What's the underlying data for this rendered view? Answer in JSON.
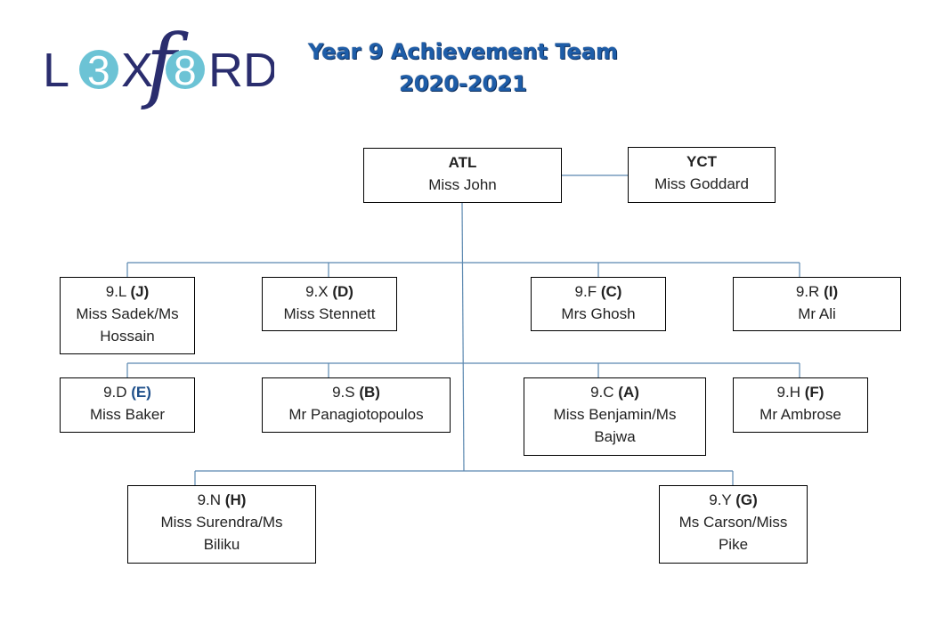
{
  "logo": {
    "text_left": "L",
    "glyph_3": "3",
    "text_mid": "X",
    "glyph_f": "f",
    "glyph_8": "8",
    "text_right": "RD"
  },
  "title_line1": "Year 9 Achievement Team",
  "title_line2": "2020-2021",
  "atl": {
    "role": "ATL",
    "name": "Miss John"
  },
  "yct": {
    "role": "YCT",
    "name": "Miss Goddard"
  },
  "forms": [
    {
      "form": "9.L",
      "letter": "(J)",
      "name": "Miss Sadek/Ms Hossain"
    },
    {
      "form": "9.X",
      "letter": "(D)",
      "name": "Miss Stennett"
    },
    {
      "form": "9.F",
      "letter": "(C)",
      "name": "Mrs Ghosh"
    },
    {
      "form": "9.R",
      "letter": "(I)",
      "name": "Mr Ali"
    },
    {
      "form": "9.D",
      "letter": "(E)",
      "name": "Miss Baker"
    },
    {
      "form": "9.S",
      "letter": "(B)",
      "name": "Mr Panagiotopoulos"
    },
    {
      "form": "9.C",
      "letter": "(A)",
      "name": "Miss Benjamin/Ms Bajwa"
    },
    {
      "form": "9.H",
      "letter": "(F)",
      "name": "Mr Ambrose"
    },
    {
      "form": "9.N",
      "letter": "(H)",
      "name": "Miss Surendra/Ms Biliku"
    },
    {
      "form": "9.Y",
      "letter": "(G)",
      "name": "Ms Carson/Miss Pike"
    }
  ],
  "colors": {
    "connector": "#5b88b0",
    "title": "#1e5da8",
    "logo_navy": "#2a2d6e",
    "logo_teal": "#6cc3d5"
  }
}
